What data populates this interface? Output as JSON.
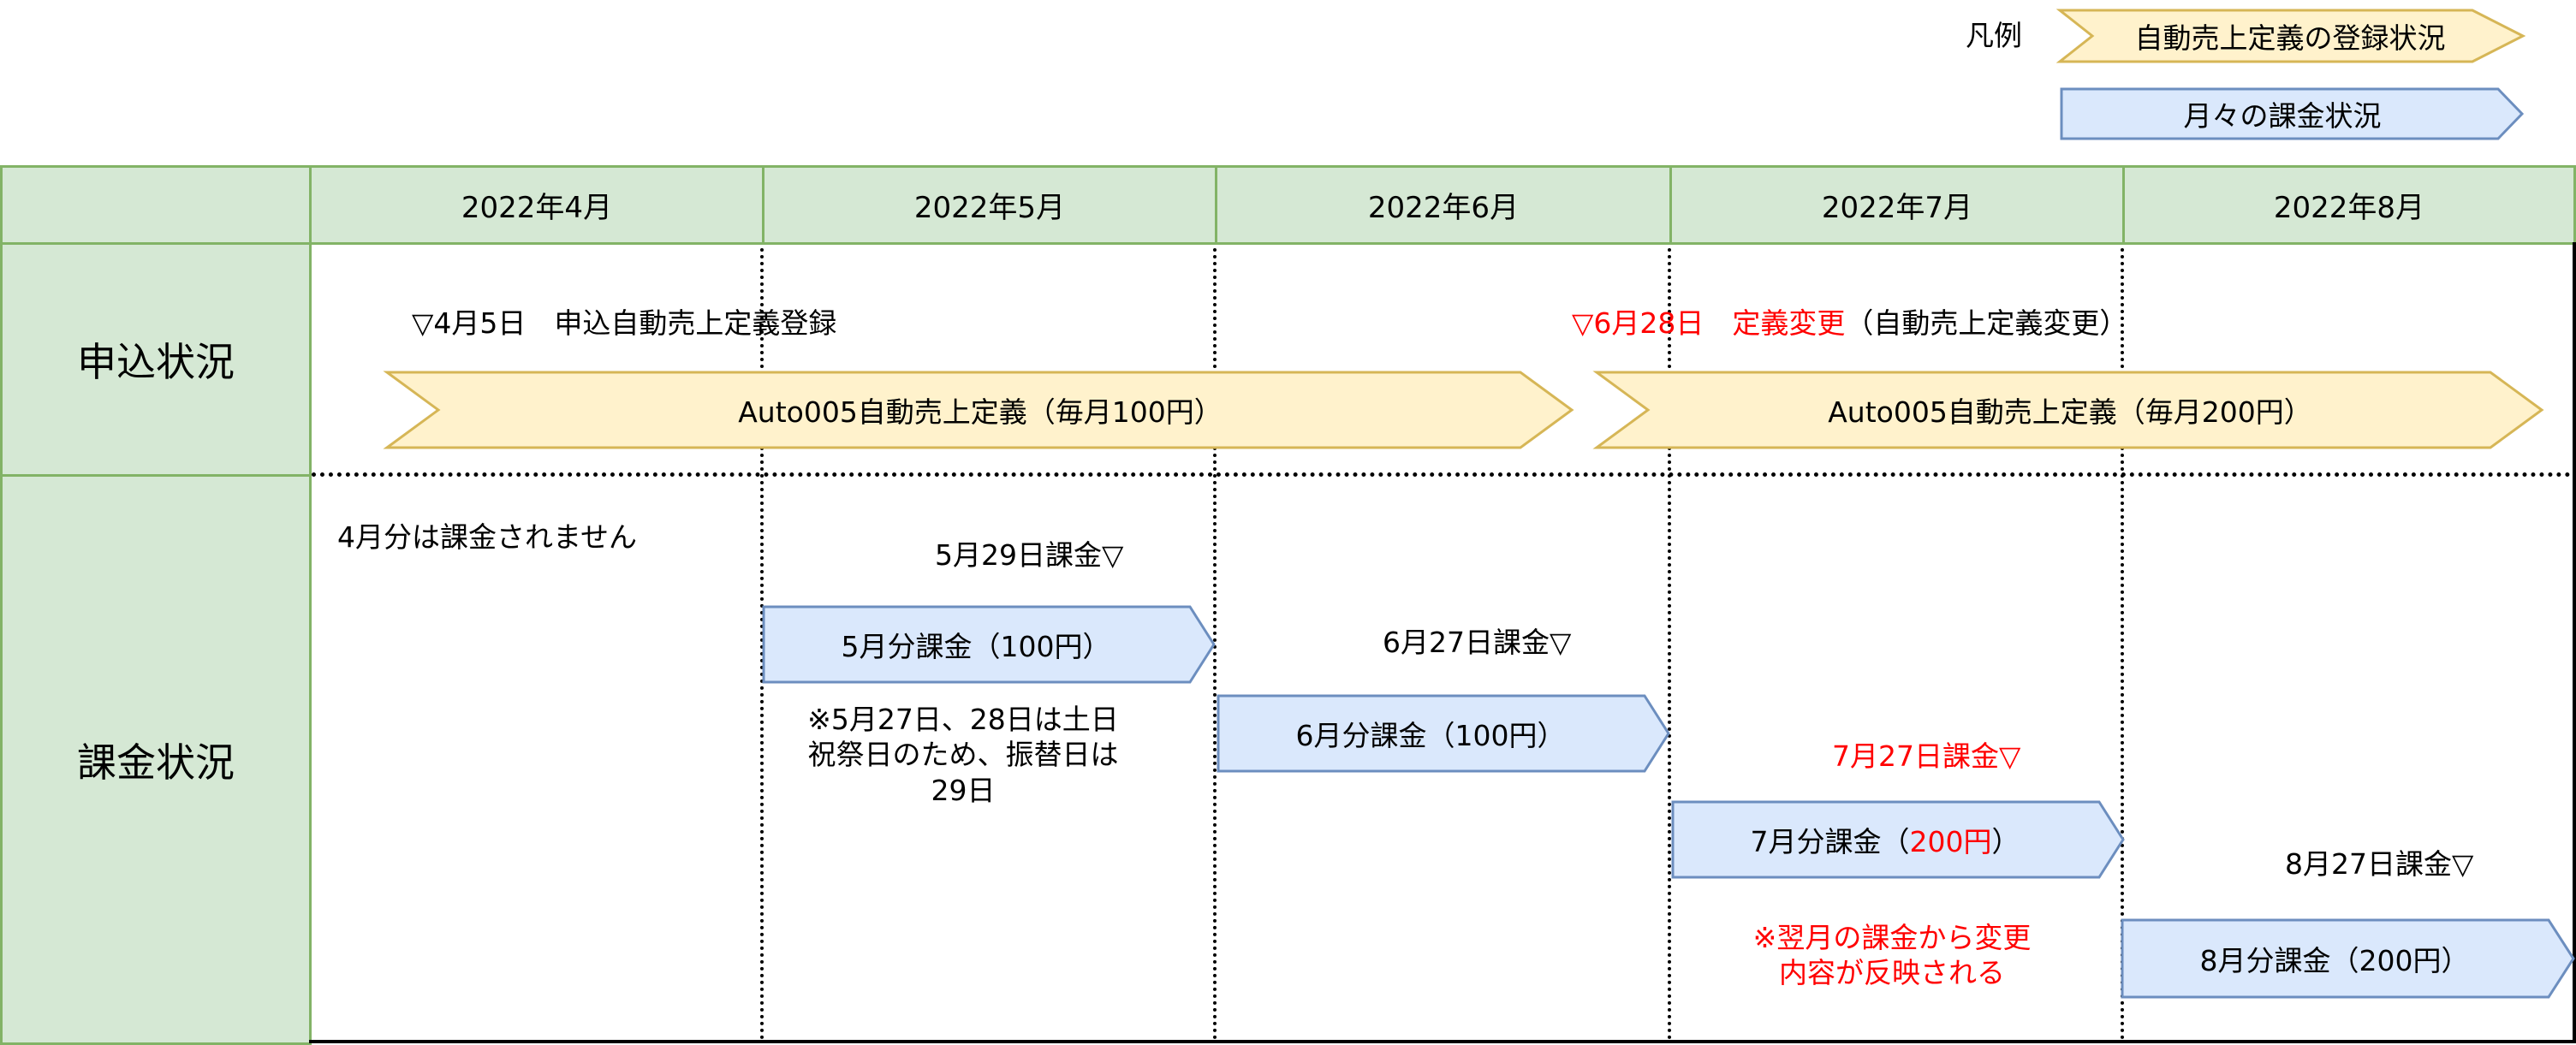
{
  "legend": {
    "label": "凡例",
    "items": [
      {
        "label": "自動売上定義の登録状況",
        "shape": "chevron",
        "fill": "#fff2cc",
        "stroke": "#d6b656"
      },
      {
        "label": "月々の課金状況",
        "shape": "pentagon-arrow",
        "fill": "#dae8fc",
        "stroke": "#6c8ebf"
      }
    ]
  },
  "table": {
    "header_fill": "#d5e8d4",
    "border_color": "#82b366",
    "columns": [
      "2022年4月",
      "2022年5月",
      "2022年6月",
      "2022年7月",
      "2022年8月"
    ],
    "rows": [
      "申込状況",
      "課金状況"
    ]
  },
  "application_row": {
    "events": [
      {
        "text": "▽4月5日　申込自動売上定義登録"
      },
      {
        "date": "▽6月28日",
        "change": "定義変更",
        "detail": "（自動売上定義変更）"
      }
    ],
    "definitions": [
      {
        "label": "Auto005自動売上定義（毎月100円）"
      },
      {
        "label": "Auto005自動売上定義（毎月200円）"
      }
    ]
  },
  "billing_row": {
    "no_charge_note": "4月分は課金されません",
    "charges": [
      {
        "date_label": "5月29日課金▽",
        "bar_label_prefix": "5月分課金（",
        "amount": "100円",
        "bar_label_suffix": "）"
      },
      {
        "date_label": "6月27日課金▽",
        "bar_label_prefix": "6月分課金（",
        "amount": "100円",
        "bar_label_suffix": "）"
      },
      {
        "date_label": "7月27日課金▽",
        "bar_label_prefix": "7月分課金（",
        "amount": "200円",
        "bar_label_suffix": "）"
      },
      {
        "date_label": "8月27日課金▽",
        "bar_label_prefix": "8月分課金（",
        "amount": "200円",
        "bar_label_suffix": "）"
      }
    ],
    "may_note": [
      "※5月27日、28日は土日",
      "祝祭日のため、振替日は",
      "29日"
    ],
    "july_note": [
      "※翌月の課金から変更",
      "内容が反映される"
    ]
  },
  "colors": {
    "definition_fill": "#fff2cc",
    "definition_stroke": "#d6b656",
    "billing_fill": "#dae8fc",
    "billing_stroke": "#6c8ebf",
    "highlight": "#ff0000"
  }
}
